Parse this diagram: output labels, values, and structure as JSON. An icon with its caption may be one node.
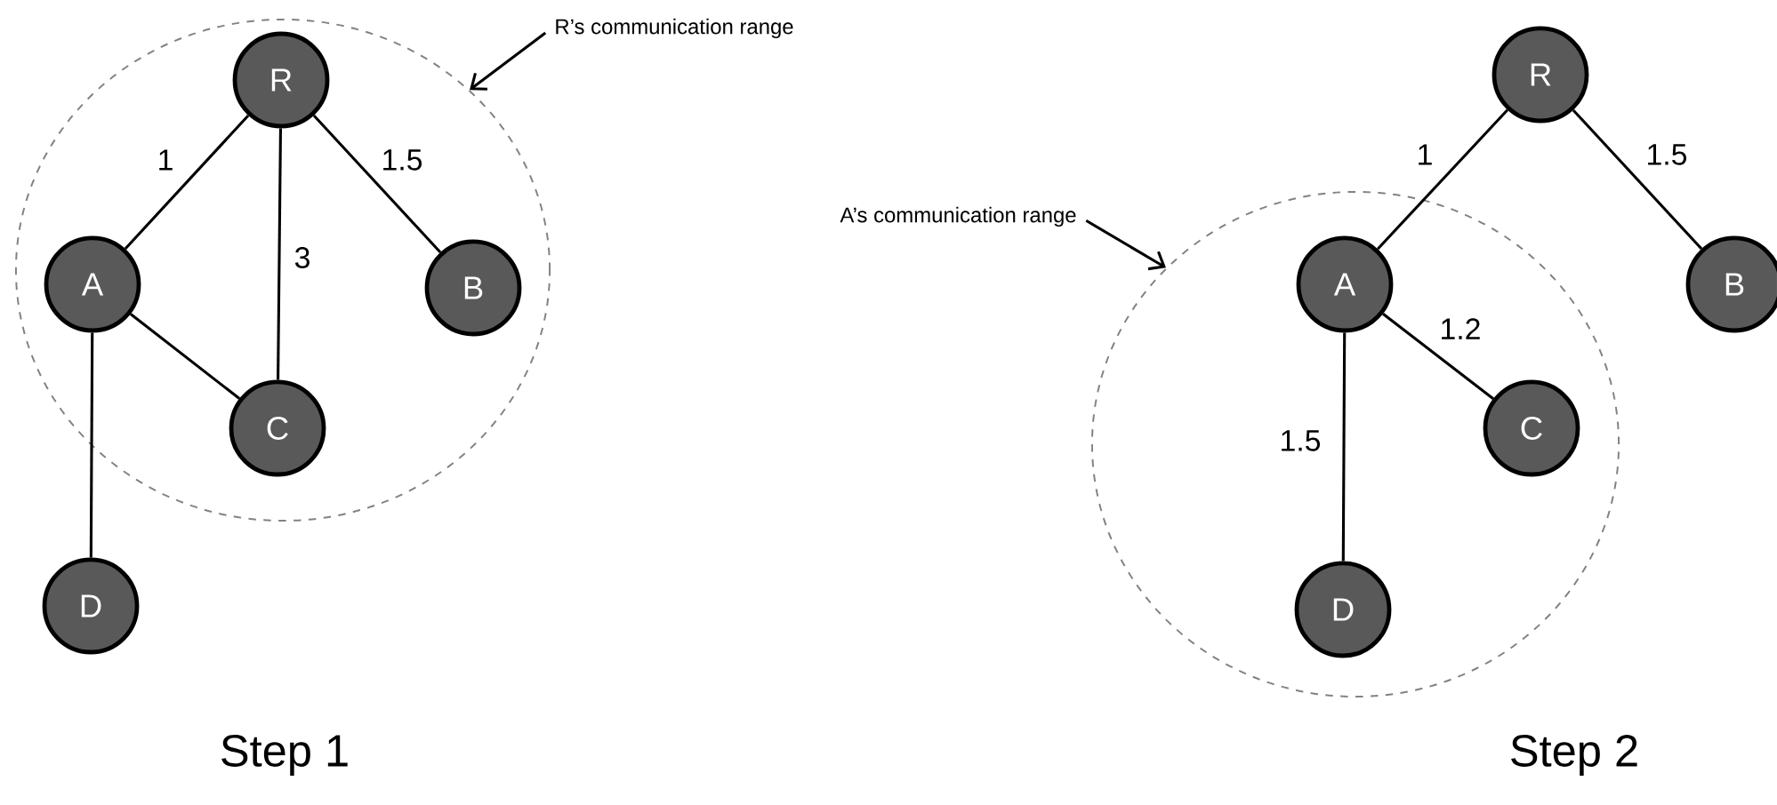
{
  "diagram": {
    "nodes": [
      {
        "text": [],
        "shape": "circle"
      },
      {
        "text": [
          "R"
        ],
        "in": 0
      },
      {
        "text": [
          "A"
        ],
        "in": 0
      },
      {
        "text": [
          "B"
        ],
        "in": 0
      },
      {
        "text": [
          "C"
        ],
        "in": 0
      },
      {
        "text": [
          "D"
        ]
      },
      {
        "text": [
          "R’s communication range"
        ]
      },
      {
        "text": [],
        "shape": "circle"
      },
      {
        "text": [
          "R"
        ]
      },
      {
        "text": [
          "A"
        ],
        "in": 7
      },
      {
        "text": [
          "B"
        ]
      },
      {
        "text": [
          "C"
        ],
        "in": 7
      },
      {
        "text": [
          "D"
        ],
        "in": 7
      },
      {
        "text": [
          "A’s communication range"
        ]
      }
    ],
    "edges": [
      {
        "from": 1,
        "to": 2,
        "arrow": "none",
        "label": "1"
      },
      {
        "from": 1,
        "to": 4,
        "arrow": "none",
        "label": "3"
      },
      {
        "from": 1,
        "to": 3,
        "arrow": "none",
        "label": "1.5"
      },
      {
        "from": 2,
        "to": 4,
        "arrow": "none"
      },
      {
        "from": 2,
        "to": 5,
        "arrow": "none"
      },
      {
        "from": 6,
        "to": 0,
        "arrow": "to"
      },
      {
        "from": 8,
        "to": 9,
        "arrow": "none",
        "label": "1"
      },
      {
        "from": 8,
        "to": 10,
        "arrow": "none",
        "label": "1.5"
      },
      {
        "from": 9,
        "to": 11,
        "arrow": "none",
        "label": "1.2"
      },
      {
        "from": 9,
        "to": 12,
        "arrow": "none",
        "label": "1.5"
      },
      {
        "from": 13,
        "to": 7,
        "arrow": "to"
      }
    ],
    "labels": [
      "Step 1",
      "Step 2"
    ]
  }
}
